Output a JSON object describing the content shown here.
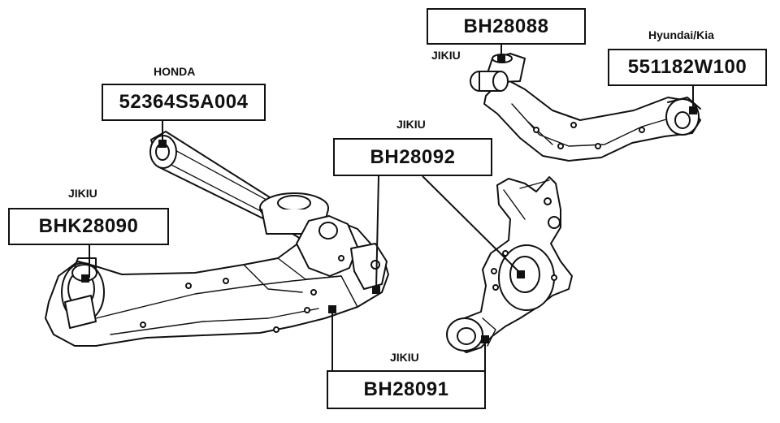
{
  "labels": {
    "bh28088": {
      "brand": "JIKIU",
      "part": "BH28088"
    },
    "hk551182w100": {
      "brand": "Hyundai/Kia",
      "part": "551182W100"
    },
    "honda52364s5a004": {
      "brand": "HONDA",
      "part": "52364S5A004"
    },
    "bh28092": {
      "brand": "JIKIU",
      "part": "BH28092"
    },
    "bhk28090": {
      "brand": "JIKIU",
      "part": "BHK28090"
    },
    "bh28091": {
      "brand": "JIKIU",
      "part": "BH28091"
    }
  }
}
